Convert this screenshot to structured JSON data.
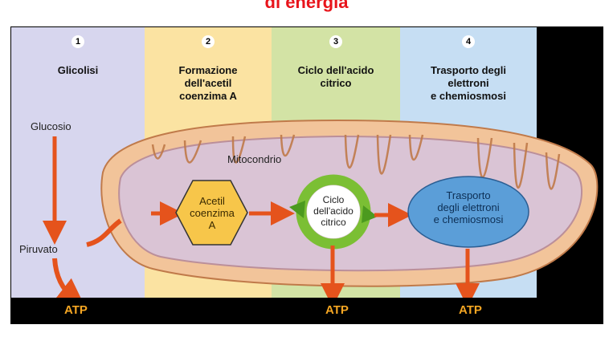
{
  "title": "di energia",
  "stages": [
    {
      "number": "1",
      "title": "Glicolisi"
    },
    {
      "number": "2",
      "title": "Formazione\ndell'acetil\ncoenzima A"
    },
    {
      "number": "3",
      "title": "Ciclo dell'acido\ncitrico"
    },
    {
      "number": "4",
      "title": "Trasporto degli\nelettroni\ne chemiosmosi"
    }
  ],
  "labels": {
    "glucose": "Glucosio",
    "pyruvate": "Piruvato",
    "mitochondrion": "Mitocondrio",
    "acetyl_coa": "Acetil\ncoenzima\nA",
    "krebs_cycle": "Ciclo\ndell'acido\ncitrico",
    "electron_transport": "Trasporto\ndegli elettroni\ne chemiosmosi"
  },
  "atp": [
    "ATP",
    "ATP",
    "ATP"
  ],
  "colors": {
    "title": "#e8141b",
    "stage1_bg": "#d7d6ee",
    "stage2_bg": "#fbe3a2",
    "stage3_bg": "#d3e3a5",
    "stage4_bg": "#c6def3",
    "arrow": "#e5531c",
    "atp_text": "#f5a623",
    "hexagon": "#f7c64a",
    "cycle_ring": "#7bbf34",
    "ellipse": "#5b9ed8"
  }
}
